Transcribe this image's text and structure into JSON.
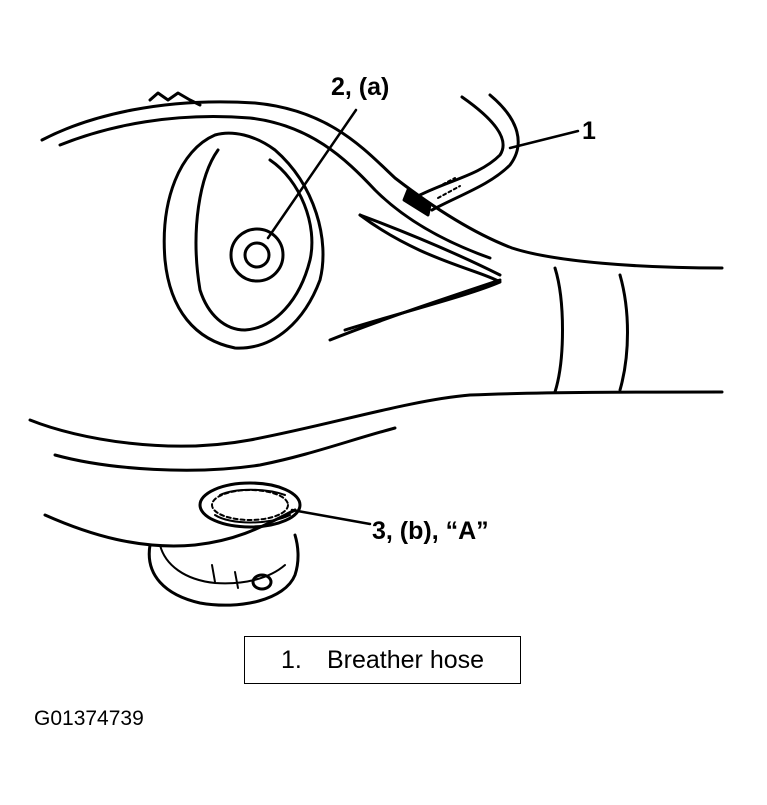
{
  "callouts": {
    "item_2a": "2, (a)",
    "item_1": "1",
    "item_3b": "3, (b), “A”"
  },
  "legend": {
    "number": "1.",
    "text": "Breather hose"
  },
  "figure_id": "G01374739",
  "colors": {
    "line": "#000000",
    "background": "#ffffff"
  }
}
